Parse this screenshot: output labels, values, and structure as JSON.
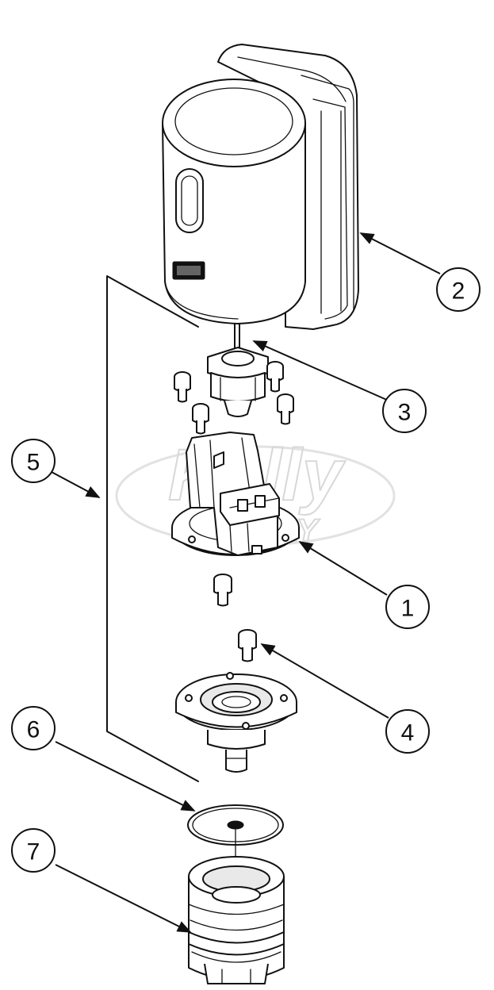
{
  "callouts": [
    {
      "label": "1"
    },
    {
      "label": "2"
    },
    {
      "label": "3"
    },
    {
      "label": "4"
    },
    {
      "label": "5"
    },
    {
      "label": "6"
    },
    {
      "label": "7"
    }
  ],
  "watermark": {
    "line1": "Kelly",
    "line2": "SUPPLY"
  },
  "colors": {
    "ink": "#111111",
    "watermark": "#d8d8d8",
    "background": "#ffffff"
  }
}
